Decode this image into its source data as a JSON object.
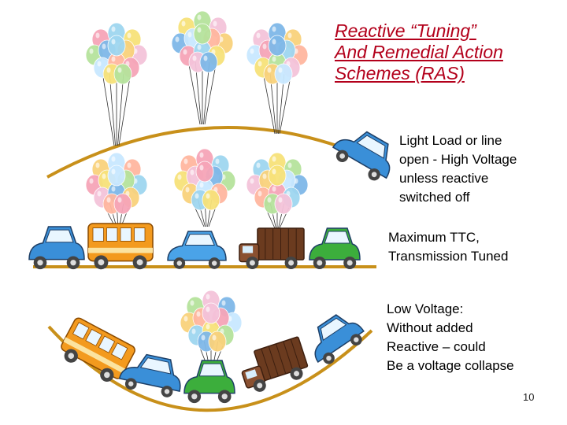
{
  "title": {
    "line1": "Reactive “Tuning”",
    "line2": "And Remedial Action",
    "line3": "Schemes (RAS)"
  },
  "captions": {
    "light_load": [
      "Light Load or line",
      "open - High Voltage",
      "unless reactive",
      "switched off"
    ],
    "max_ttc": [
      "Maximum TTC,",
      "Transmission Tuned"
    ],
    "low_voltage": [
      "Low Voltage:",
      "Without added",
      "Reactive – could",
      "Be a voltage collapse"
    ]
  },
  "page_number": "10",
  "colors": {
    "title": "#b3001b",
    "road": "#c8901a",
    "balloons": [
      "#f6a5b8",
      "#9fd6f0",
      "#f7e27a",
      "#b6e39c",
      "#f4c3da",
      "#7fb8e8",
      "#f9d27c",
      "#c9e8ff",
      "#ffb7a0"
    ]
  },
  "illustration": {
    "balloon_bunches": 7,
    "cars": [
      "blue-car",
      "orange-bus",
      "blue-car",
      "brown-truck",
      "green-car"
    ]
  }
}
